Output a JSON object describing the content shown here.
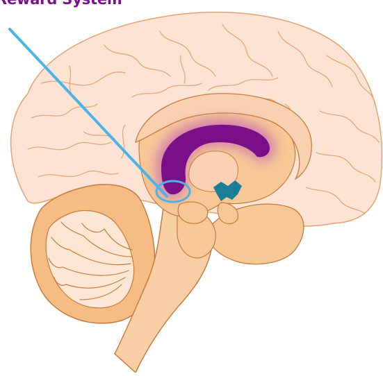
{
  "diagram": {
    "title": "Reward System",
    "subject": "sagittal-brain-section",
    "structures": [
      "cerebrum",
      "cerebellum",
      "brainstem",
      "corpus-callosum",
      "limbic-ring",
      "hypothalamus",
      "reward-region-marker"
    ]
  },
  "colors": {
    "title": "#7b1192",
    "cortex_fill": "#fde3d4",
    "cortex_stroke": "#e8a070",
    "inner_fill": "#f6c896",
    "inner_stroke": "#c87a3c",
    "cerebellum_fill": "#f5bd83",
    "cerebellum_inner": "#fde7d4",
    "brainstem_fill": "#f8cfa4",
    "corpus_fill": "#f8d2b0",
    "limbic_purple": "#7a0f87",
    "limbic_glow": "#c45fb6",
    "hypothalamus": "#1a7e97",
    "pointer_line": "#4bb4e6",
    "marker_ring": "#4bb4e6"
  }
}
